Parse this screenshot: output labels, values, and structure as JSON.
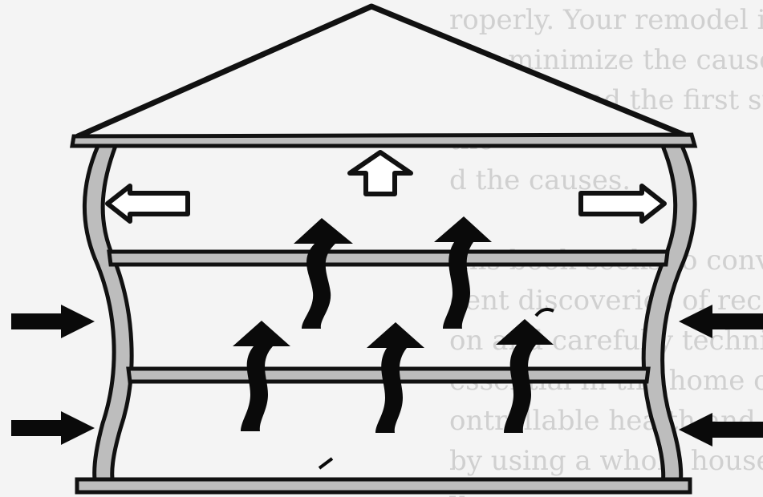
{
  "background_text": {
    "lines": [
      "roperly. Your remodel is an opportu-",
      "s to minimize the cause of these",
      "roblems and the first step is to iden-",
      "the",
      "d the causes.",
      "",
      "this book seeks to convey that ne-",
      "cent discoveries of recent years mea",
      "on and carefully technique",
      "essential in the home of more truly",
      "ontrollable health and energy effi-",
      "by using a whole house approach",
      "y"
    ]
  },
  "diagram": {
    "subject": "house cross-section with air flow arrows",
    "colors": {
      "outline": "#111111",
      "wall_fill": "#bdbdbd",
      "interior": "#f4f4f4",
      "solid_arrow": "#0a0a0a",
      "hollow_arrow": "#ffffff"
    },
    "arrows": {
      "hollow_up": 1,
      "hollow_sideways": 2,
      "wavy_rising": 5,
      "infiltration_inward": 4
    }
  }
}
